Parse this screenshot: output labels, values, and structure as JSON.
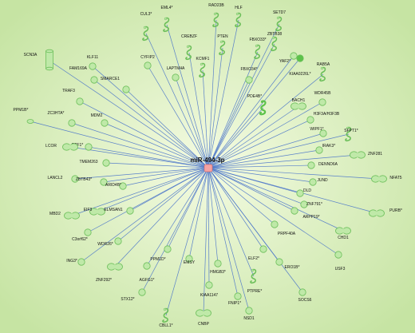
{
  "hub": {
    "label": "miR-494-3p",
    "color": "#f4a3a3"
  },
  "colors": {
    "background_light": "#f4fbe2",
    "background_dark": "#c6e4a3",
    "edge": "#4a74c9",
    "node_fill": "#bfe9a8",
    "node_stroke": "#6cbf5a",
    "node_dark_fill": "#5cc24a"
  },
  "nodes": [
    {
      "label": "SCN3A",
      "shape": "cylinder"
    },
    {
      "label": "KLF11",
      "shape": "circle"
    },
    {
      "label": "FAM169A",
      "shape": "circle"
    },
    {
      "label": "CUL3*",
      "shape": "seahorse"
    },
    {
      "label": "EML4*",
      "shape": "seahorse"
    },
    {
      "label": "RAD23B",
      "shape": "seahorse"
    },
    {
      "label": "HLF",
      "shape": "seahorse"
    },
    {
      "label": "SETD7",
      "shape": "seahorse"
    },
    {
      "label": "ZBTB38",
      "shape": "seahorse"
    },
    {
      "label": "PTEN",
      "shape": "seahorse"
    },
    {
      "label": "FBXO33*",
      "shape": "seahorse"
    },
    {
      "label": "CREBZF",
      "shape": "seahorse"
    },
    {
      "label": "KCMF1",
      "shape": "seahorse"
    },
    {
      "label": "CYFIP2",
      "shape": "circle"
    },
    {
      "label": "LAPTM4A",
      "shape": "circle"
    },
    {
      "label": "SMARCE1",
      "shape": "circle"
    },
    {
      "label": "FBXO34*",
      "shape": "circle"
    },
    {
      "label": "YAF2*",
      "shape": "circle"
    },
    {
      "label": "KIAA0226L*",
      "shape": "circle-dark"
    },
    {
      "label": "RAB5A",
      "shape": "seahorse"
    },
    {
      "label": "TRAF3",
      "shape": "circle"
    },
    {
      "label": "PDE4B*",
      "shape": "seahorse-dark"
    },
    {
      "label": "WDR45B",
      "shape": "circle"
    },
    {
      "label": "BACH1",
      "shape": "peanut"
    },
    {
      "label": "H3F3A/H3F3B",
      "shape": "circle"
    },
    {
      "label": "ZC3HTA*",
      "shape": "circle"
    },
    {
      "label": "MDM2",
      "shape": "circle"
    },
    {
      "label": "PPM1B*",
      "shape": "oval-small"
    },
    {
      "label": "WIPF1*",
      "shape": "circle"
    },
    {
      "label": "SFPT1*",
      "shape": "seahorse"
    },
    {
      "label": "RTF1*",
      "shape": "circle"
    },
    {
      "label": "IRAK3*",
      "shape": "circle"
    },
    {
      "label": "ZNF281",
      "shape": "peanut"
    },
    {
      "label": "LCOR",
      "shape": "peanut"
    },
    {
      "label": "TMEM263",
      "shape": "circle"
    },
    {
      "label": "DENND6A",
      "shape": "circle"
    },
    {
      "label": "NFAT5",
      "shape": "peanut"
    },
    {
      "label": "LANCL2",
      "shape": "circle"
    },
    {
      "label": "ZBTB43*",
      "shape": "circle"
    },
    {
      "label": "ARID4B*",
      "shape": "circle"
    },
    {
      "label": "JUND",
      "shape": "circle"
    },
    {
      "label": "DLD",
      "shape": "circle"
    },
    {
      "label": "EIF3",
      "shape": "peanut"
    },
    {
      "label": "ELMSAN1",
      "shape": "circle"
    },
    {
      "label": "MBD2",
      "shape": "peanut"
    },
    {
      "label": "ZNF791*",
      "shape": "circle"
    },
    {
      "label": "PURB*",
      "shape": "peanut"
    },
    {
      "label": "ARPP19*",
      "shape": "circle"
    },
    {
      "label": "CHD1",
      "shape": "peanut"
    },
    {
      "label": "PRPF40A",
      "shape": "circle"
    },
    {
      "label": "WDR26*",
      "shape": "circle"
    },
    {
      "label": "C3orf62*",
      "shape": "circle"
    },
    {
      "label": "ING3*",
      "shape": "circle"
    },
    {
      "label": "PPM1D*",
      "shape": "circle"
    },
    {
      "label": "EMSY",
      "shape": "circle"
    },
    {
      "label": "ELF2*",
      "shape": "circle"
    },
    {
      "label": "ERO1B*",
      "shape": "circle"
    },
    {
      "label": "USF3",
      "shape": "circle"
    },
    {
      "label": "ZNF292*",
      "shape": "peanut"
    },
    {
      "label": "AGFG1*",
      "shape": "circle"
    },
    {
      "label": "HMGB3*",
      "shape": "circle"
    },
    {
      "label": "PTPRE*",
      "shape": "seahorse"
    },
    {
      "label": "SOCS6",
      "shape": "circle"
    },
    {
      "label": "KIAA1147",
      "shape": "circle"
    },
    {
      "label": "FNIP1*",
      "shape": "circle"
    },
    {
      "label": "NSD1",
      "shape": "circle"
    },
    {
      "label": "STX12*",
      "shape": "circle"
    },
    {
      "label": "CBLL1*",
      "shape": "seahorse"
    },
    {
      "label": "CNBP",
      "shape": "peanut"
    }
  ]
}
